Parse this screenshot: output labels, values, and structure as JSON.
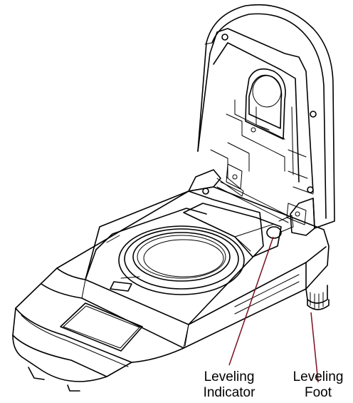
{
  "callouts": {
    "leveling_indicator": {
      "line1": "Leveling",
      "line2": "Indicator"
    },
    "leveling_foot": {
      "line1": "Leveling",
      "line2": "Foot"
    }
  },
  "colors": {
    "callout_line": "#7a1020",
    "drawing": "#000000",
    "background": "#ffffff"
  }
}
